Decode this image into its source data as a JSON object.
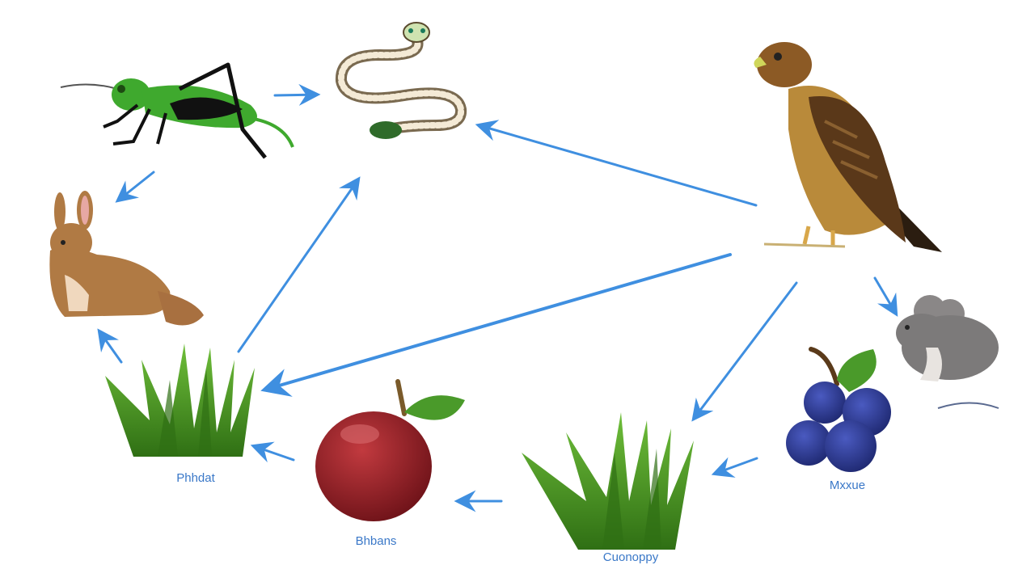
{
  "colors": {
    "arrow": "#3f8fe0",
    "arrow_light": "#7fb7ee",
    "label": "#3a78c8",
    "grass": "#3f8f1f",
    "grass_dark": "#2f6f14",
    "apple": "#8e1b22",
    "berry": "#2d3a8c",
    "rabbit": "#b07a44",
    "mouse": "#7c7a7a",
    "grasshopper": "#3fa92e",
    "hawk": "#8c5a25"
  },
  "organisms": [
    {
      "name": "grasshopper",
      "icon": "grasshopper-icon"
    },
    {
      "name": "snake",
      "icon": "snake-icon"
    },
    {
      "name": "hawk",
      "icon": "hawk-icon"
    },
    {
      "name": "rabbit",
      "icon": "rabbit-icon"
    },
    {
      "name": "mouse",
      "icon": "mouse-icon"
    },
    {
      "name": "grass-left",
      "icon": "grass-icon"
    },
    {
      "name": "apple",
      "icon": "apple-icon"
    },
    {
      "name": "grass-center",
      "icon": "grass-icon"
    },
    {
      "name": "blueberries",
      "icon": "blueberry-icon"
    }
  ],
  "labels": {
    "grass_left": "Phhdat",
    "apple": "Bhbans",
    "grass_center": "Cuonoppy",
    "blueberries": "Mxxue"
  }
}
